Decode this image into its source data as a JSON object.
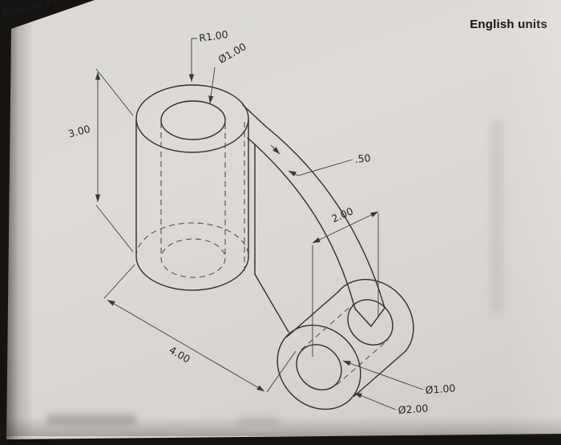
{
  "page": {
    "corner_text": "Exercise 8 (Fi",
    "units_label": "English units"
  },
  "drawing": {
    "labels": {
      "top_radius": "R1.00",
      "top_hole_dia": "Ø1.00",
      "height": "3.00",
      "web_thickness": ".50",
      "boss_length": "2.00",
      "base_length": "4.00",
      "small_hole_dia": "Ø1.00",
      "small_outer_dia": "Ø2.00"
    },
    "colors": {
      "object_line": "#2f2f30",
      "paper": "#d8d5d0"
    }
  }
}
